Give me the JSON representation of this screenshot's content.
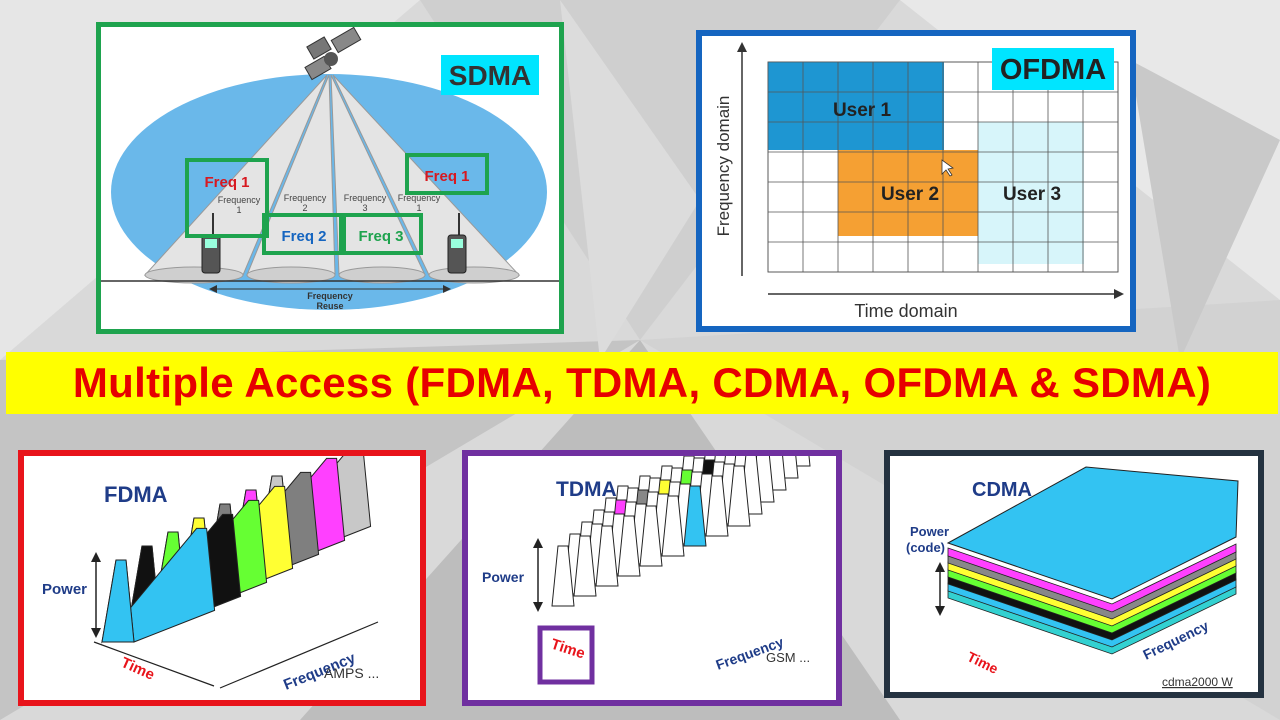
{
  "title": "Multiple Access (FDMA, TDMA, CDMA, OFDMA & SDMA)",
  "sdma": {
    "label": "SDMA",
    "freq_boxes": [
      "Freq 1",
      "Freq 2",
      "Freq 3",
      "Freq 1"
    ],
    "cone_labels": [
      {
        "line1": "Frequency",
        "line2": "1"
      },
      {
        "line1": "Frequency",
        "line2": "2"
      },
      {
        "line1": "Frequency",
        "line2": "3"
      },
      {
        "line1": "Frequency",
        "line2": "1"
      }
    ],
    "reuse_line1": "Frequency",
    "reuse_line2": "Reuse"
  },
  "ofdma": {
    "label": "OFDMA",
    "y_axis": "Frequency domain",
    "x_axis": "Time domain",
    "users": [
      "User 1",
      "User 2",
      "User 3"
    ]
  },
  "fdma": {
    "label": "FDMA",
    "power": "Power",
    "time": "Time",
    "frequency": "Frequency",
    "system": "AMPS ..."
  },
  "tdma": {
    "label": "TDMA",
    "power": "Power",
    "time": "Time",
    "frequency": "Frequency",
    "system": "GSM ..."
  },
  "cdma": {
    "label": "CDMA",
    "power_line1": "Power",
    "power_line2": "(code)",
    "time": "Time",
    "frequency": "Frequency",
    "system": "cdma2000 W"
  },
  "colors": {
    "sdma_border": "#1ea34e",
    "ofdma_border": "#1565c0",
    "fdma_border": "#e8141b",
    "tdma_border": "#7030a0",
    "cdma_border": "#243240",
    "title_bg": "#ffff00",
    "title_text": "#e60000",
    "user1": "#1e96d2",
    "user2": "#f5a033",
    "user3": "#d7f5fa"
  }
}
